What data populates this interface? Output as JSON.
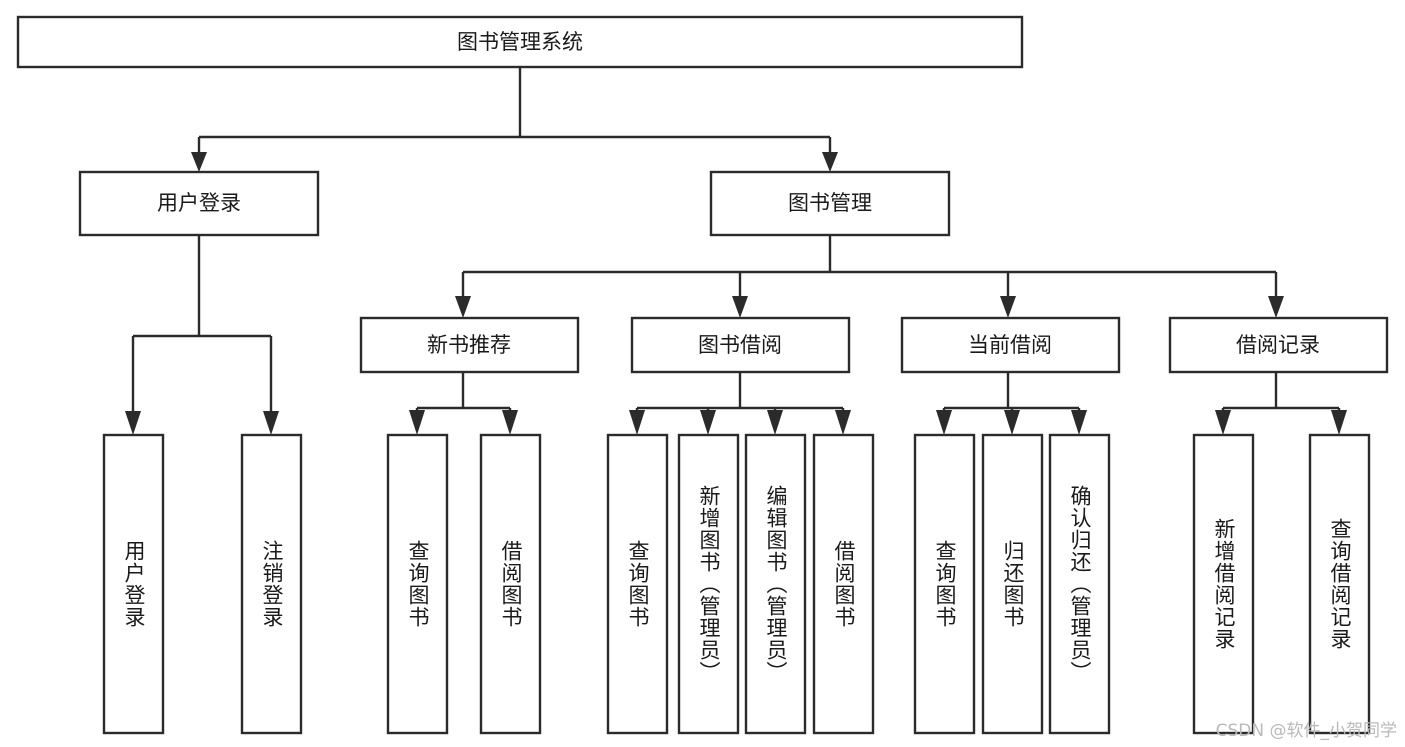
{
  "diagram": {
    "title": "图书管理系统",
    "type": "hierarchy-tree",
    "colors": {
      "stroke": "#2b2b2b",
      "fill": "#ffffff",
      "text": "#1a1a1a",
      "background": "#ffffff",
      "watermark": "#b9b9b9"
    },
    "watermark": "CSDN @软件_小贺同学",
    "levels": {
      "level0": [
        {
          "id": "root",
          "label": "图书管理系统",
          "orientation": "horizontal"
        }
      ],
      "level1": [
        {
          "id": "user-login",
          "label": "用户登录",
          "orientation": "horizontal"
        },
        {
          "id": "book-manage",
          "label": "图书管理",
          "orientation": "horizontal"
        }
      ],
      "level2": [
        {
          "id": "new-book-rec",
          "label": "新书推荐",
          "orientation": "horizontal",
          "parent": "book-manage"
        },
        {
          "id": "book-borrow",
          "label": "图书借阅",
          "orientation": "horizontal",
          "parent": "book-manage"
        },
        {
          "id": "current-borrow",
          "label": "当前借阅",
          "orientation": "horizontal",
          "parent": "book-manage"
        },
        {
          "id": "borrow-record",
          "label": "借阅记录",
          "orientation": "horizontal",
          "parent": "book-manage"
        }
      ],
      "level3": [
        {
          "id": "leaf-user-login",
          "label": "用户登录",
          "orientation": "vertical",
          "parent": "user-login"
        },
        {
          "id": "leaf-logout",
          "label": "注销登录",
          "orientation": "vertical",
          "parent": "user-login"
        },
        {
          "id": "leaf-query-book-1",
          "label": "查询图书",
          "orientation": "vertical",
          "parent": "new-book-rec"
        },
        {
          "id": "leaf-borrow-book-1",
          "label": "借阅图书",
          "orientation": "vertical",
          "parent": "new-book-rec"
        },
        {
          "id": "leaf-query-book-2",
          "label": "查询图书",
          "orientation": "vertical",
          "parent": "book-borrow"
        },
        {
          "id": "leaf-add-book",
          "label": "新增图书（管理员）",
          "orientation": "vertical",
          "parent": "book-borrow"
        },
        {
          "id": "leaf-edit-book",
          "label": "编辑图书（管理员）",
          "orientation": "vertical",
          "parent": "book-borrow"
        },
        {
          "id": "leaf-borrow-book-2",
          "label": "借阅图书",
          "orientation": "vertical",
          "parent": "book-borrow"
        },
        {
          "id": "leaf-query-book-3",
          "label": "查询图书",
          "orientation": "vertical",
          "parent": "current-borrow"
        },
        {
          "id": "leaf-return-book",
          "label": "归还图书",
          "orientation": "vertical",
          "parent": "current-borrow"
        },
        {
          "id": "leaf-confirm-return",
          "label": "确认归还（管理员）",
          "orientation": "vertical",
          "parent": "current-borrow"
        },
        {
          "id": "leaf-add-record",
          "label": "新增借阅记录",
          "orientation": "vertical",
          "parent": "borrow-record"
        },
        {
          "id": "leaf-query-record",
          "label": "查询借阅记录",
          "orientation": "vertical",
          "parent": "borrow-record"
        }
      ]
    }
  }
}
